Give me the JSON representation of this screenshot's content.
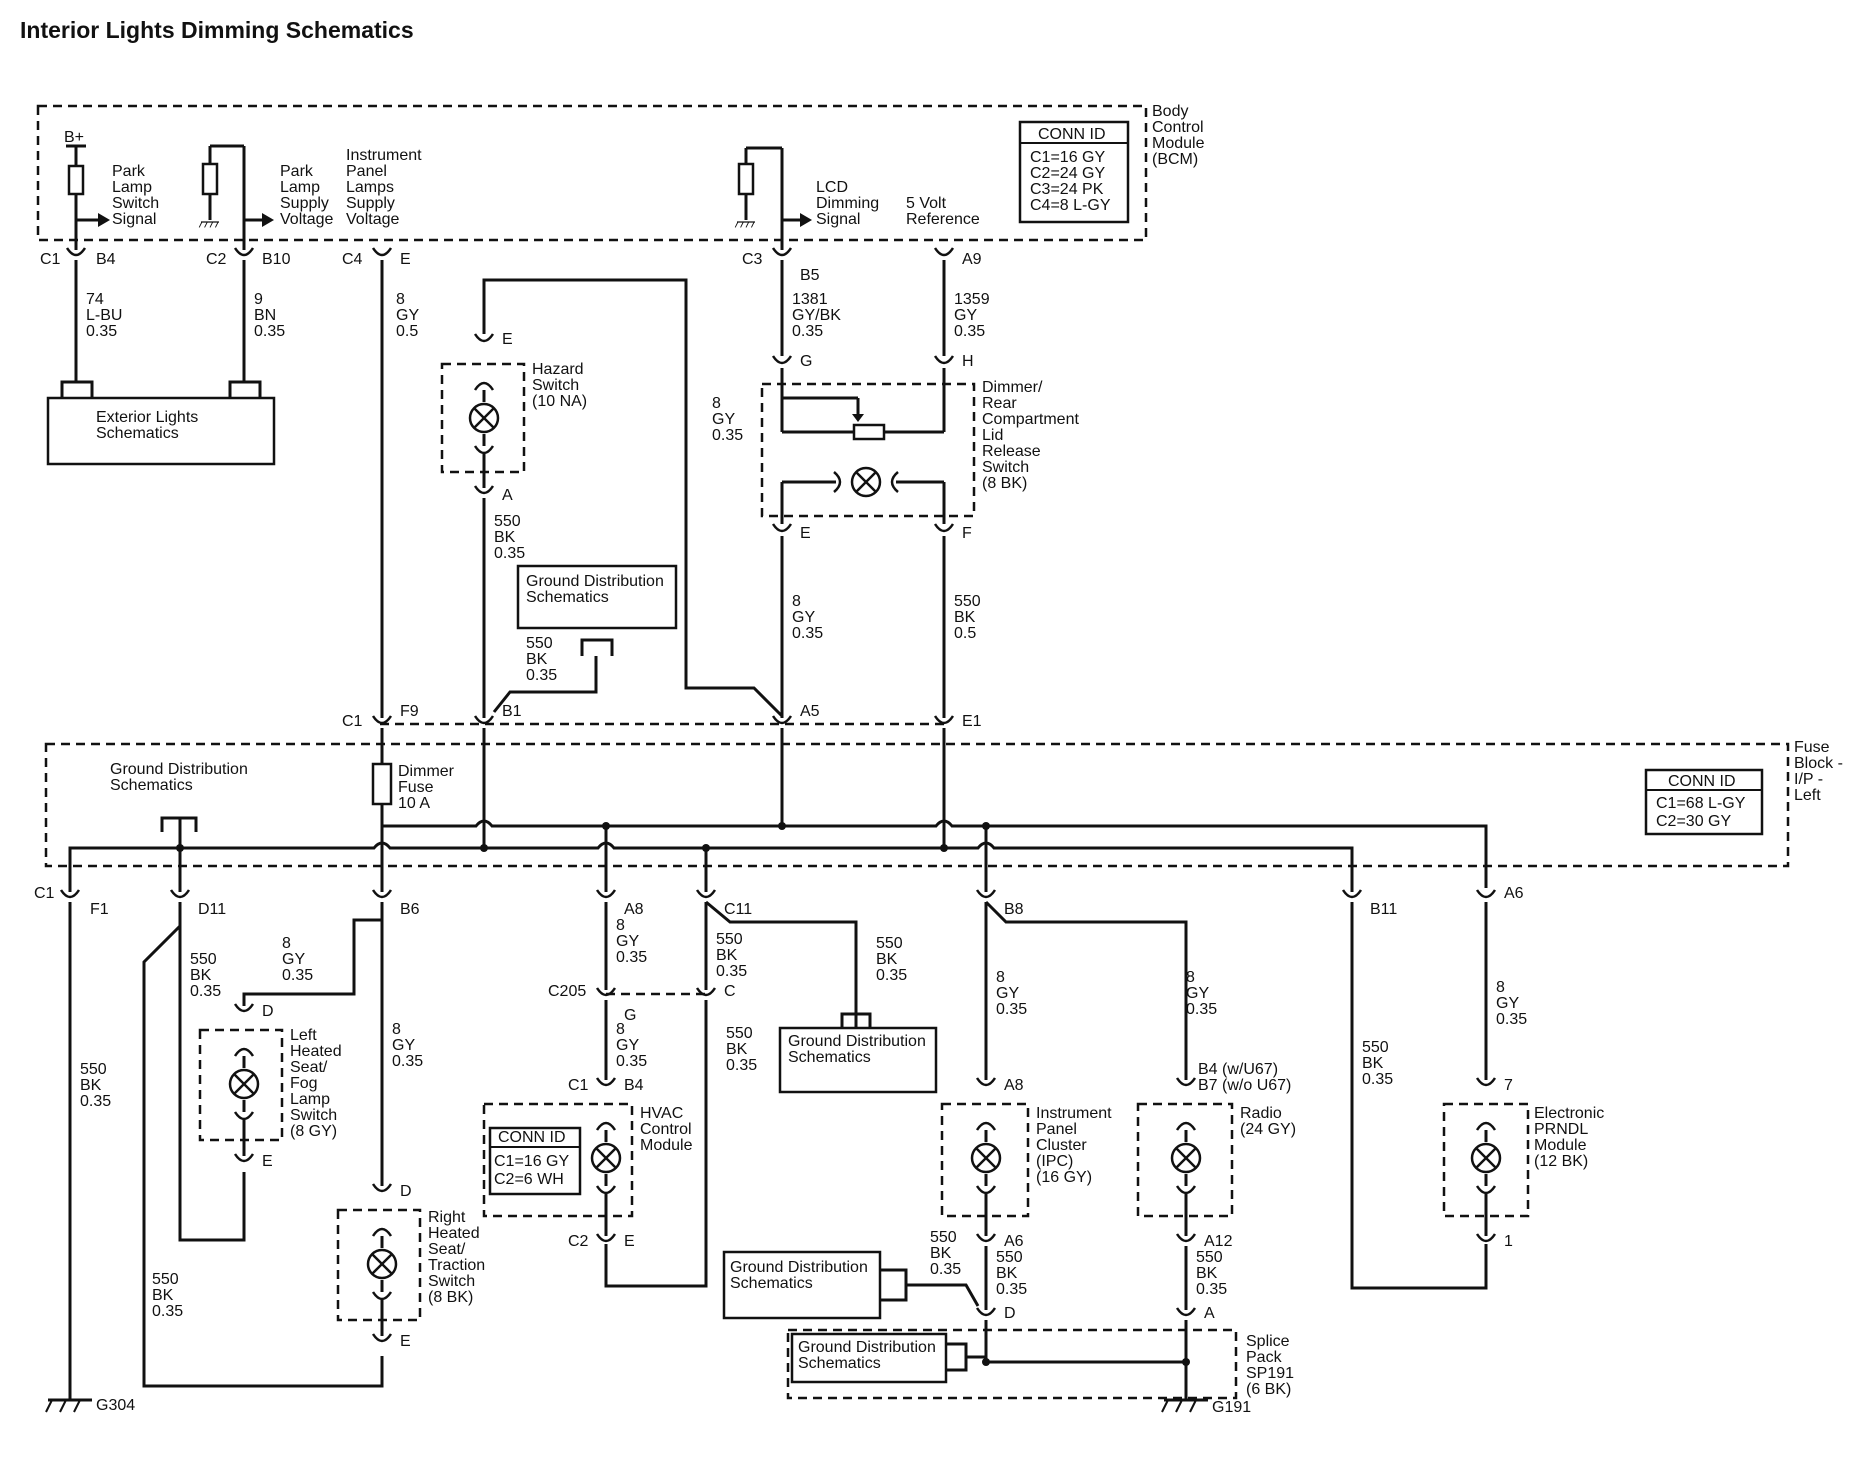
{
  "title": "Interior Lights Dimming Schematics",
  "labels": {
    "bcm_name": [
      "Body",
      "Control",
      "Module",
      "(BCM)"
    ],
    "bcm_conn_id": {
      "header": "CONN ID",
      "rows": [
        "C1=16 GY",
        "C2=24 GY",
        "C3=24 PK",
        "C4=8 L-GY"
      ]
    },
    "bplus": "B+",
    "park_switch": [
      "Park",
      "Lamp",
      "Switch",
      "Signal"
    ],
    "park_supply": [
      "Park",
      "Lamp",
      "Supply",
      "Voltage"
    ],
    "ip_supply": [
      "Instrument",
      "Panel",
      "Lamps",
      "Supply",
      "Voltage"
    ],
    "lcd_signal": [
      "LCD",
      "Dimming",
      "Signal"
    ],
    "five_volt": [
      "5 Volt",
      "Reference"
    ],
    "pins_top": {
      "c1": "C1",
      "b4": "B4",
      "c2": "C2",
      "b10": "B10",
      "c4": "C4",
      "e": "E",
      "c3": "C3",
      "b5": "B5",
      "a9": "A9"
    },
    "wire_74": [
      "74",
      "L-BU",
      "0.35"
    ],
    "wire_9": [
      "9",
      "BN",
      "0.35"
    ],
    "wire_8_05": [
      "8",
      "GY",
      "0.5"
    ],
    "wire_1381": [
      "1381",
      "GY/BK",
      "0.35"
    ],
    "wire_1359": [
      "1359",
      "GY",
      "0.35"
    ],
    "exterior_lights": [
      "Exterior Lights",
      "Schematics"
    ],
    "hazard": [
      "Hazard",
      "Switch",
      "(10 NA)"
    ],
    "hazard_pins": {
      "top": "E",
      "bottom": "A"
    },
    "wire_hazard_out": [
      "550",
      "BK",
      "0.35"
    ],
    "wire_a5": [
      "8",
      "GY",
      "0.35"
    ],
    "dimmer_switch": [
      "Dimmer/",
      "Rear",
      "Compartment",
      "Lid",
      "Release",
      "Switch",
      "(8 BK)"
    ],
    "dimmer_pins": {
      "g": "G",
      "h": "H",
      "e": "E",
      "f": "F"
    },
    "wire_dim_e": [
      "8",
      "GY",
      "0.35"
    ],
    "wire_dim_f": [
      "550",
      "BK",
      "0.5"
    ],
    "gd_top": [
      "Ground Distribution",
      "Schematics"
    ],
    "wire_gd_top": [
      "550",
      "BK",
      "0.35"
    ],
    "fuse_top_pins": {
      "c1": "C1",
      "f9": "F9",
      "b1": "B1",
      "a5": "A5",
      "e1": "E1"
    },
    "fuse_block": [
      "Fuse",
      "Block -",
      "I/P -",
      "Left"
    ],
    "fuse_conn_id": {
      "header": "CONN ID",
      "rows": [
        "C1=68 L-GY",
        "C2=30 GY"
      ]
    },
    "gd_fuse": [
      "Ground Distribution",
      "Schematics"
    ],
    "dimmer_fuse": [
      "Dimmer",
      "Fuse",
      "10 A"
    ],
    "fuse_bottom_pins": {
      "c1": "C1",
      "f1": "F1",
      "d11": "D11",
      "b6": "B6",
      "a8": "A8",
      "c11": "C11",
      "b8": "B8",
      "b11": "B11",
      "a6": "A6"
    },
    "wire_f1": [
      "550",
      "BK",
      "0.35"
    ],
    "wire_d11": [
      "550",
      "BK",
      "0.35"
    ],
    "wire_left_seat": [
      "8",
      "GY",
      "0.35"
    ],
    "wire_right_seat": [
      "8",
      "GY",
      "0.35"
    ],
    "left_seat": [
      "Left",
      "Heated",
      "Seat/",
      "Fog",
      "Lamp",
      "Switch",
      "(8 GY)"
    ],
    "left_seat_pins": {
      "top": "D",
      "bottom": "E"
    },
    "right_seat": [
      "Right",
      "Heated",
      "Seat/",
      "Traction",
      "Switch",
      "(8 BK)"
    ],
    "right_seat_pins": {
      "top": "D",
      "bottom": "E"
    },
    "wire_g304": [
      "550",
      "BK",
      "0.35"
    ],
    "g304": "G304",
    "wire_a8": [
      "8",
      "GY",
      "0.35"
    ],
    "c205": {
      "c205": "C205",
      "g": "G",
      "c": "C"
    },
    "wire_c11": [
      "550",
      "BK",
      "0.35"
    ],
    "wire_gd_mid": [
      "550",
      "BK",
      "0.35"
    ],
    "gd_mid": [
      "Ground Distribution",
      "Schematics"
    ],
    "wire_hvac_in": [
      "8",
      "GY",
      "0.35"
    ],
    "wire_c205_c": [
      "550",
      "BK",
      "0.35"
    ],
    "hvac": [
      "HVAC",
      "Control",
      "Module"
    ],
    "hvac_pins": {
      "c1": "C1",
      "b4": "B4",
      "c2": "C2",
      "e": "E"
    },
    "hvac_conn_id": {
      "header": "CONN ID",
      "rows": [
        "C1=16 GY",
        "C2=6 WH"
      ]
    },
    "wire_b8_ipc": [
      "8",
      "GY",
      "0.35"
    ],
    "wire_b8_radio": [
      "8",
      "GY",
      "0.35"
    ],
    "ipc": [
      "Instrument",
      "Panel",
      "Cluster",
      "(IPC)",
      "(16 GY)"
    ],
    "ipc_pins": {
      "top": "A8",
      "bottom": "A6"
    },
    "radio": [
      "Radio",
      "(24 GY)"
    ],
    "radio_pins": {
      "top1": "B4 (w/U67)",
      "top2": "B7 (w/o U67)",
      "bottom": "A12"
    },
    "wire_ipc_out": [
      "550",
      "BK",
      "0.35"
    ],
    "wire_gd_low": [
      "550",
      "BK",
      "0.35"
    ],
    "wire_radio_out": [
      "550",
      "BK",
      "0.35"
    ],
    "gd_low": [
      "Ground Distribution",
      "Schematics"
    ],
    "gd_splice": [
      "Ground Distribution",
      "Schematics"
    ],
    "splice": [
      "Splice",
      "Pack",
      "SP191",
      "(6 BK)"
    ],
    "splice_pins": {
      "d": "D",
      "a": "A"
    },
    "g191": "G191",
    "wire_b11": [
      "550",
      "BK",
      "0.35"
    ],
    "wire_a6": [
      "8",
      "GY",
      "0.35"
    ],
    "prndl": [
      "Electronic",
      "PRNDL",
      "Module",
      "(12 BK)"
    ],
    "prndl_pins": {
      "top": "7",
      "bottom": "1"
    }
  }
}
